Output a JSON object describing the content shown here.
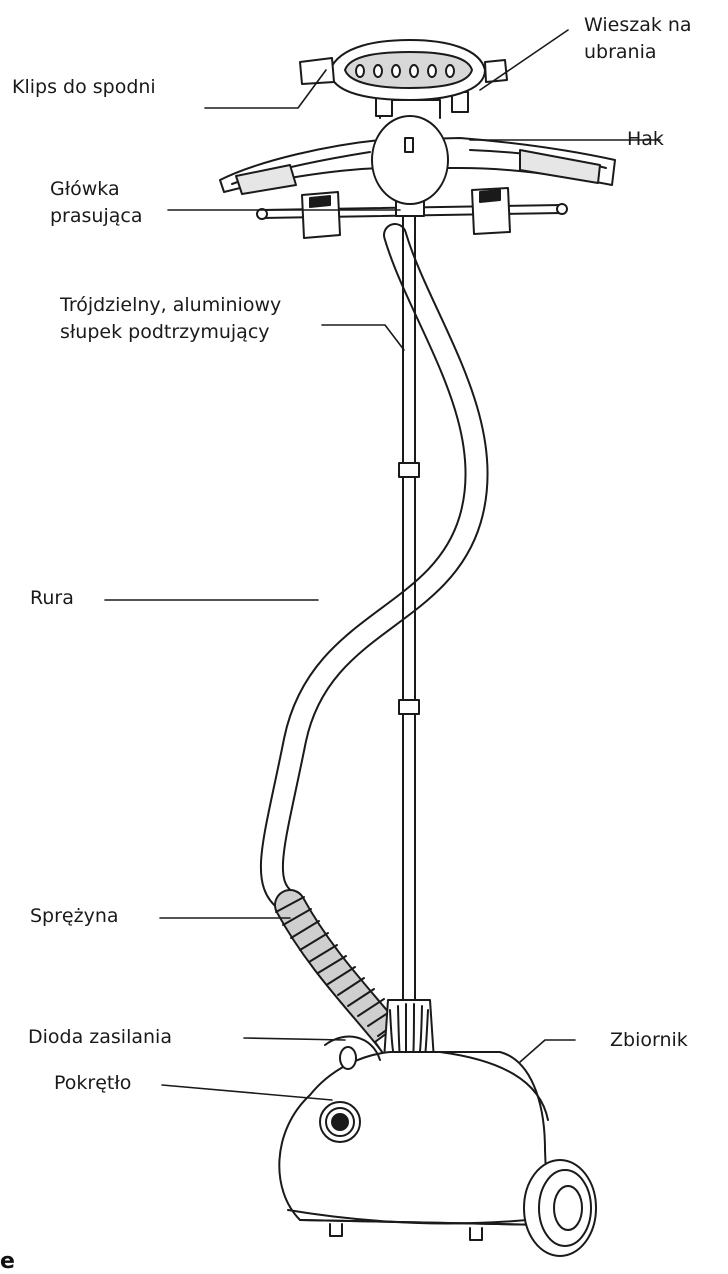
{
  "labels": {
    "wieszak": [
      "Wieszak na",
      "ubrania"
    ],
    "klips": [
      "Klips do spodni"
    ],
    "hak": [
      "Hak"
    ],
    "glowka": [
      "Główka",
      "prasująca"
    ],
    "slupek": [
      "Trójdzielny, aluminiowy",
      "słupek podtrzymujący"
    ],
    "rura": [
      "Rura"
    ],
    "sprezyna": [
      "Sprężyna"
    ],
    "dioda": [
      "Dioda zasilania"
    ],
    "pokretlo": [
      "Pokrętło"
    ],
    "zbiornik": [
      "Zbiornik"
    ]
  },
  "stray_glyph": "e",
  "colors": {
    "ink": "#1a1a1a",
    "paper": "#ffffff",
    "shade": "#e6e6e6"
  }
}
